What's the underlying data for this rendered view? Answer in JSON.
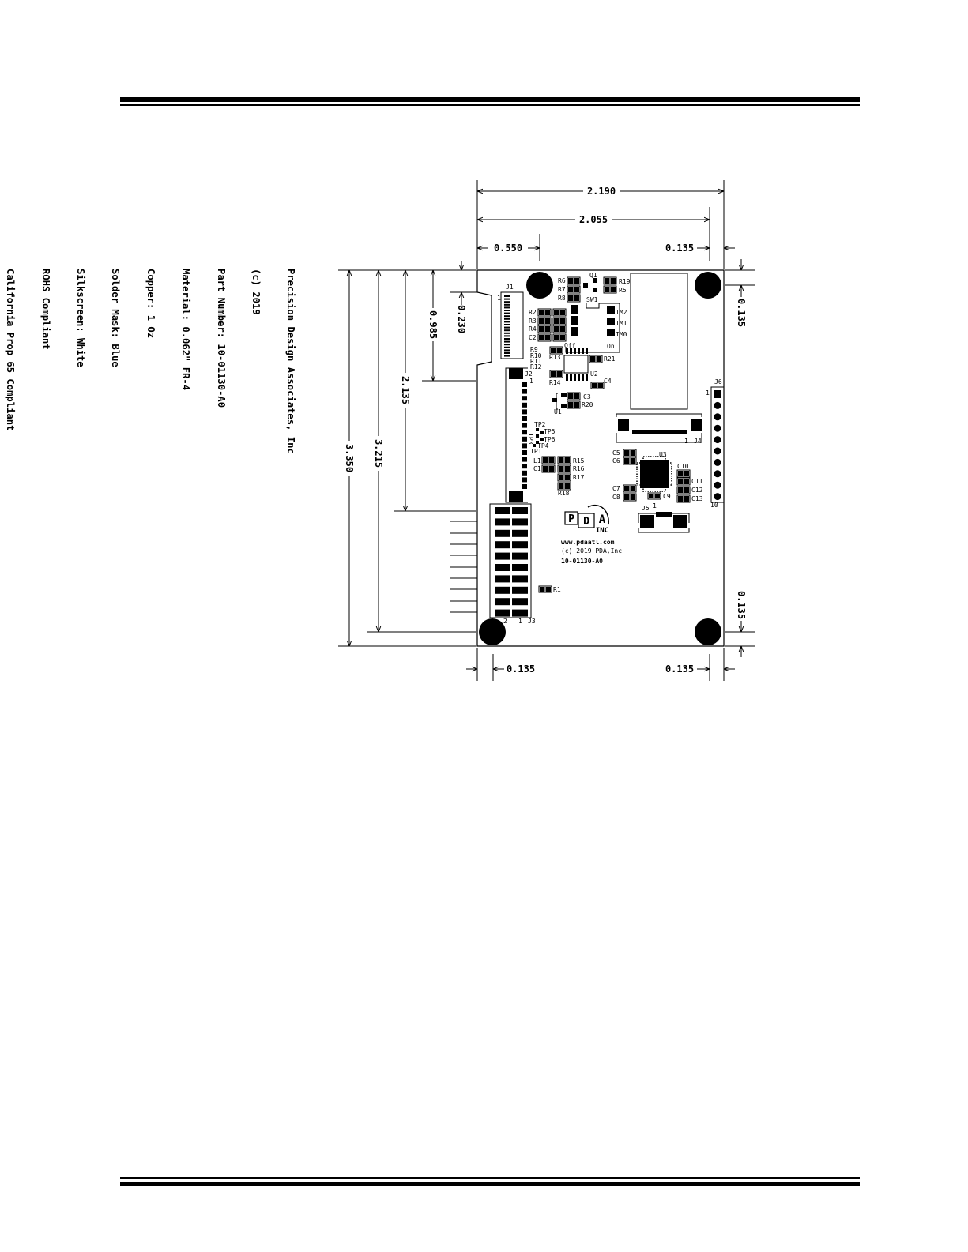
{
  "notes": [
    "Precision Design Associates, Inc",
    "(c) 2019",
    "Part Number: 10-01130-A0",
    "Material: 0.062\" FR-4",
    "Copper: 1 Oz",
    "Solder Mask: Blue",
    "Silkscreen: White",
    "ROHS Compliant",
    "California Prop 65 Compliant"
  ],
  "dimensions": {
    "width_total": "2.190",
    "width_inner": "2.055",
    "left_offset": "0.550",
    "right_margin_top": "0.135",
    "right_margin_bottom": "0.135",
    "left_margin_bottom": "0.135",
    "top_margin_right": "0.135",
    "bottom_margin_right": "0.135",
    "height_total": "3.350",
    "height_inner": "3.215",
    "height_j3": "2.135",
    "height_j1": "0.985",
    "notch": "0.230"
  },
  "board_text": {
    "url": "www.pdaatl.com",
    "copyright": "(c) 2019 PDA,Inc",
    "part_number": "10-01130-A0",
    "logo_p": "P",
    "logo_d": "D",
    "logo_a": "A",
    "logo_inc": "INC"
  },
  "refdes": {
    "J1": "J1",
    "J2": "J2",
    "J3": "J3",
    "J4": "J4",
    "J5": "J5",
    "J6": "J6",
    "Q1": "Q1",
    "SW1": "SW1",
    "U1": "U1",
    "U2": "U2",
    "U3": "U3",
    "R1": "R1",
    "R2": "R2",
    "R3": "R3",
    "R4": "R4",
    "R5": "R5",
    "R6": "R6",
    "R7": "R7",
    "R8": "R8",
    "R9": "R9",
    "R10": "R10",
    "R11": "R11",
    "R12": "R12",
    "R13": "R13",
    "R14": "R14",
    "R15": "R15",
    "R16": "R16",
    "R17": "R17",
    "R18": "R18",
    "R19": "R19",
    "R20": "R20",
    "R21": "R21",
    "C1": "C1",
    "C2": "C2",
    "C3": "C3",
    "C4": "C4",
    "C5": "C5",
    "C6": "C6",
    "C7": "C7",
    "C8": "C8",
    "C9": "C9",
    "C10": "C10",
    "C11": "C11",
    "C12": "C12",
    "C13": "C13",
    "L1": "L1",
    "TP1": "TP1",
    "TP2": "TP2",
    "TP3": "TP3",
    "TP4": "TP4",
    "TP5": "TP5",
    "TP6": "TP6",
    "IM0": "IM0",
    "IM1": "IM1",
    "IM2": "IM2",
    "off": "Off",
    "on": "On",
    "pin1_j1": "1",
    "pin1_j2": "1",
    "pin1_j4": "1",
    "pin1_j5": "1",
    "pin1_j6": "1",
    "pin10_j6": "10",
    "pin2_j3": "2",
    "pin1_j3": "1"
  }
}
